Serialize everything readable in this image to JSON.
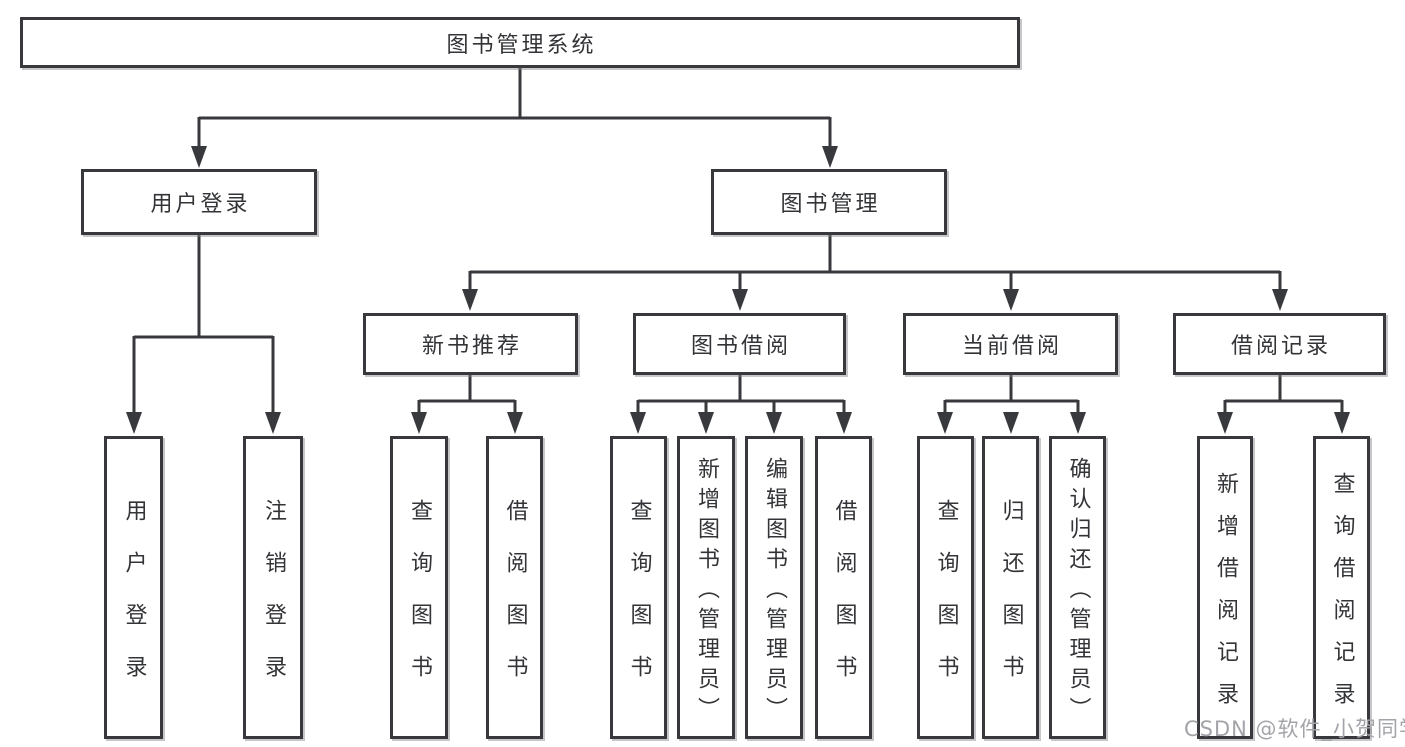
{
  "diagram": {
    "title": "图书管理系统",
    "level2": {
      "user_login": "用户登录",
      "book_management": "图书管理"
    },
    "level3": {
      "new_book_recommend": "新书推荐",
      "book_borrowing": "图书借阅",
      "current_borrowing": "当前借阅",
      "borrowing_records": "借阅记录"
    },
    "leaves": {
      "login_user_login": "用户登录",
      "login_logout": "注销登录",
      "recommend_query_books": "查询图书",
      "recommend_borrow_books": "借阅图书",
      "borrowing_query_books": "查询图书",
      "borrowing_add_books_admin": "新增图书（管理员）",
      "borrowing_edit_books_admin": "编辑图书（管理员）",
      "borrowing_borrow_books": "借阅图书",
      "current_query_books": "查询图书",
      "current_return_books": "归还图书",
      "current_confirm_return_admin": "确认归还（管理员）",
      "records_add_record": "新增借阅记录",
      "records_query_record": "查询借阅记录"
    }
  },
  "watermark": "CSDN @软件_小贺同学",
  "colors": {
    "line": "#38393d",
    "text": "#333437",
    "watermark": "#a3a4a9",
    "background": "#ffffff"
  }
}
